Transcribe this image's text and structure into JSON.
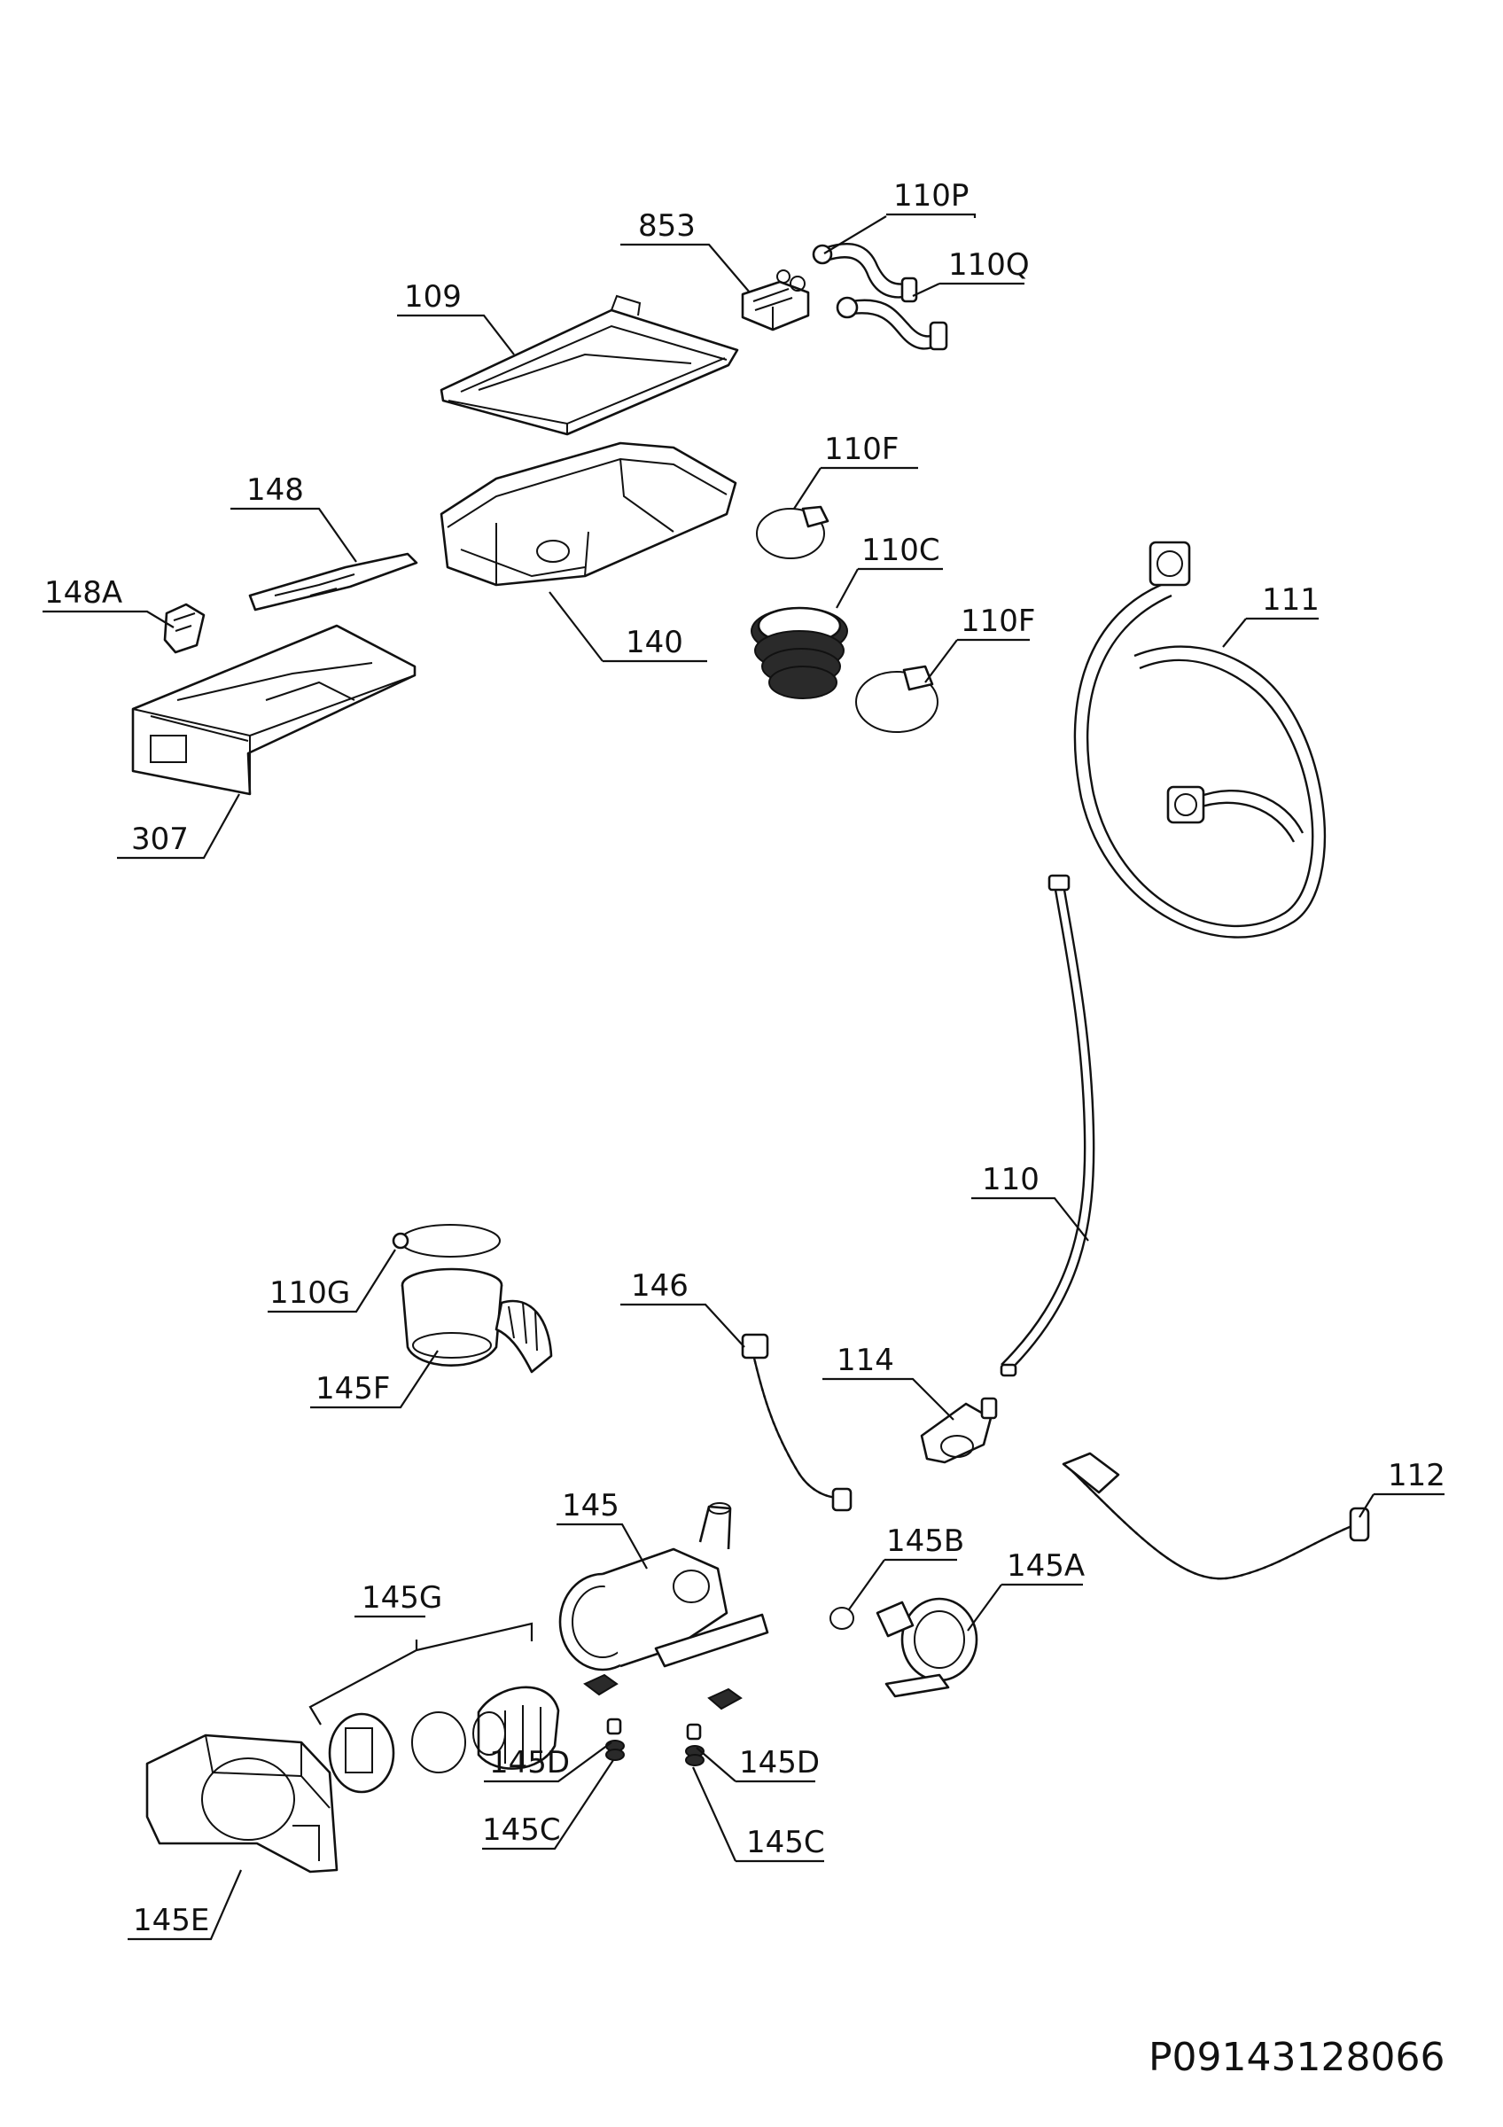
{
  "labels": {
    "l110P": "110P",
    "l853": "853",
    "l110Q": "110Q",
    "l109": "109",
    "l110F_a": "110F",
    "l148": "148",
    "l110C": "110C",
    "l148A": "148A",
    "l111": "111",
    "l140": "140",
    "l110F_b": "110F",
    "l307": "307",
    "l110": "110",
    "l146": "146",
    "l110G": "110G",
    "l114": "114",
    "l145F": "145F",
    "l112": "112",
    "l145": "145",
    "l145B": "145B",
    "l145A": "145A",
    "l145G": "145G",
    "l145D_a": "145D",
    "l145D_b": "145D",
    "l145C_a": "145C",
    "l145C_b": "145C",
    "l145E": "145E"
  },
  "document_code": "P09143128066"
}
